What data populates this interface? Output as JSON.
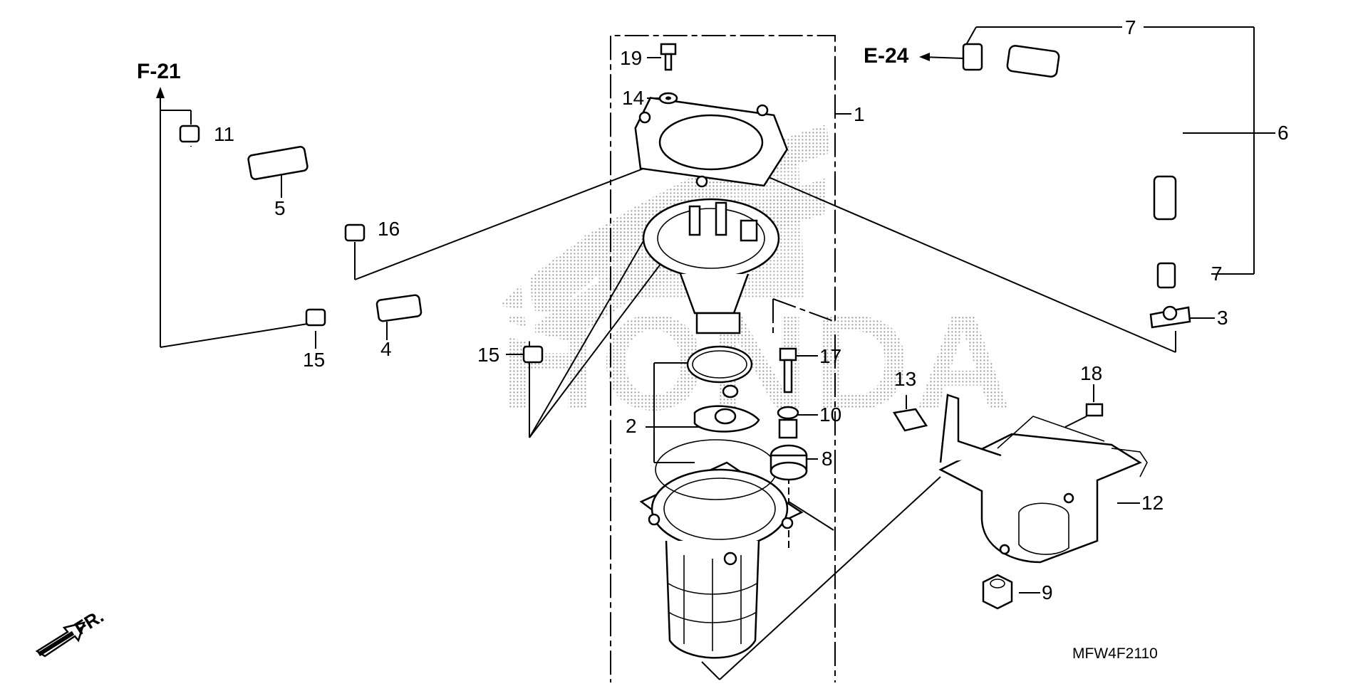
{
  "diagram": {
    "code": "MFW4F2110",
    "direction_label": "FR.",
    "watermark": "HONDA",
    "references": [
      {
        "id": "ref-f21",
        "label": "F-21"
      },
      {
        "id": "ref-e24",
        "label": "E-24"
      }
    ],
    "callouts": [
      {
        "id": "1",
        "label": "1"
      },
      {
        "id": "2",
        "label": "2"
      },
      {
        "id": "3",
        "label": "3"
      },
      {
        "id": "4",
        "label": "4"
      },
      {
        "id": "5",
        "label": "5"
      },
      {
        "id": "6",
        "label": "6"
      },
      {
        "id": "7a",
        "label": "7"
      },
      {
        "id": "7b",
        "label": "7"
      },
      {
        "id": "8",
        "label": "8"
      },
      {
        "id": "9",
        "label": "9"
      },
      {
        "id": "10",
        "label": "10"
      },
      {
        "id": "11",
        "label": "11"
      },
      {
        "id": "12",
        "label": "12"
      },
      {
        "id": "13",
        "label": "13"
      },
      {
        "id": "14",
        "label": "14"
      },
      {
        "id": "15a",
        "label": "15"
      },
      {
        "id": "15b",
        "label": "15"
      },
      {
        "id": "16",
        "label": "16"
      },
      {
        "id": "17",
        "label": "17"
      },
      {
        "id": "18",
        "label": "18"
      },
      {
        "id": "19",
        "label": "19"
      }
    ]
  }
}
